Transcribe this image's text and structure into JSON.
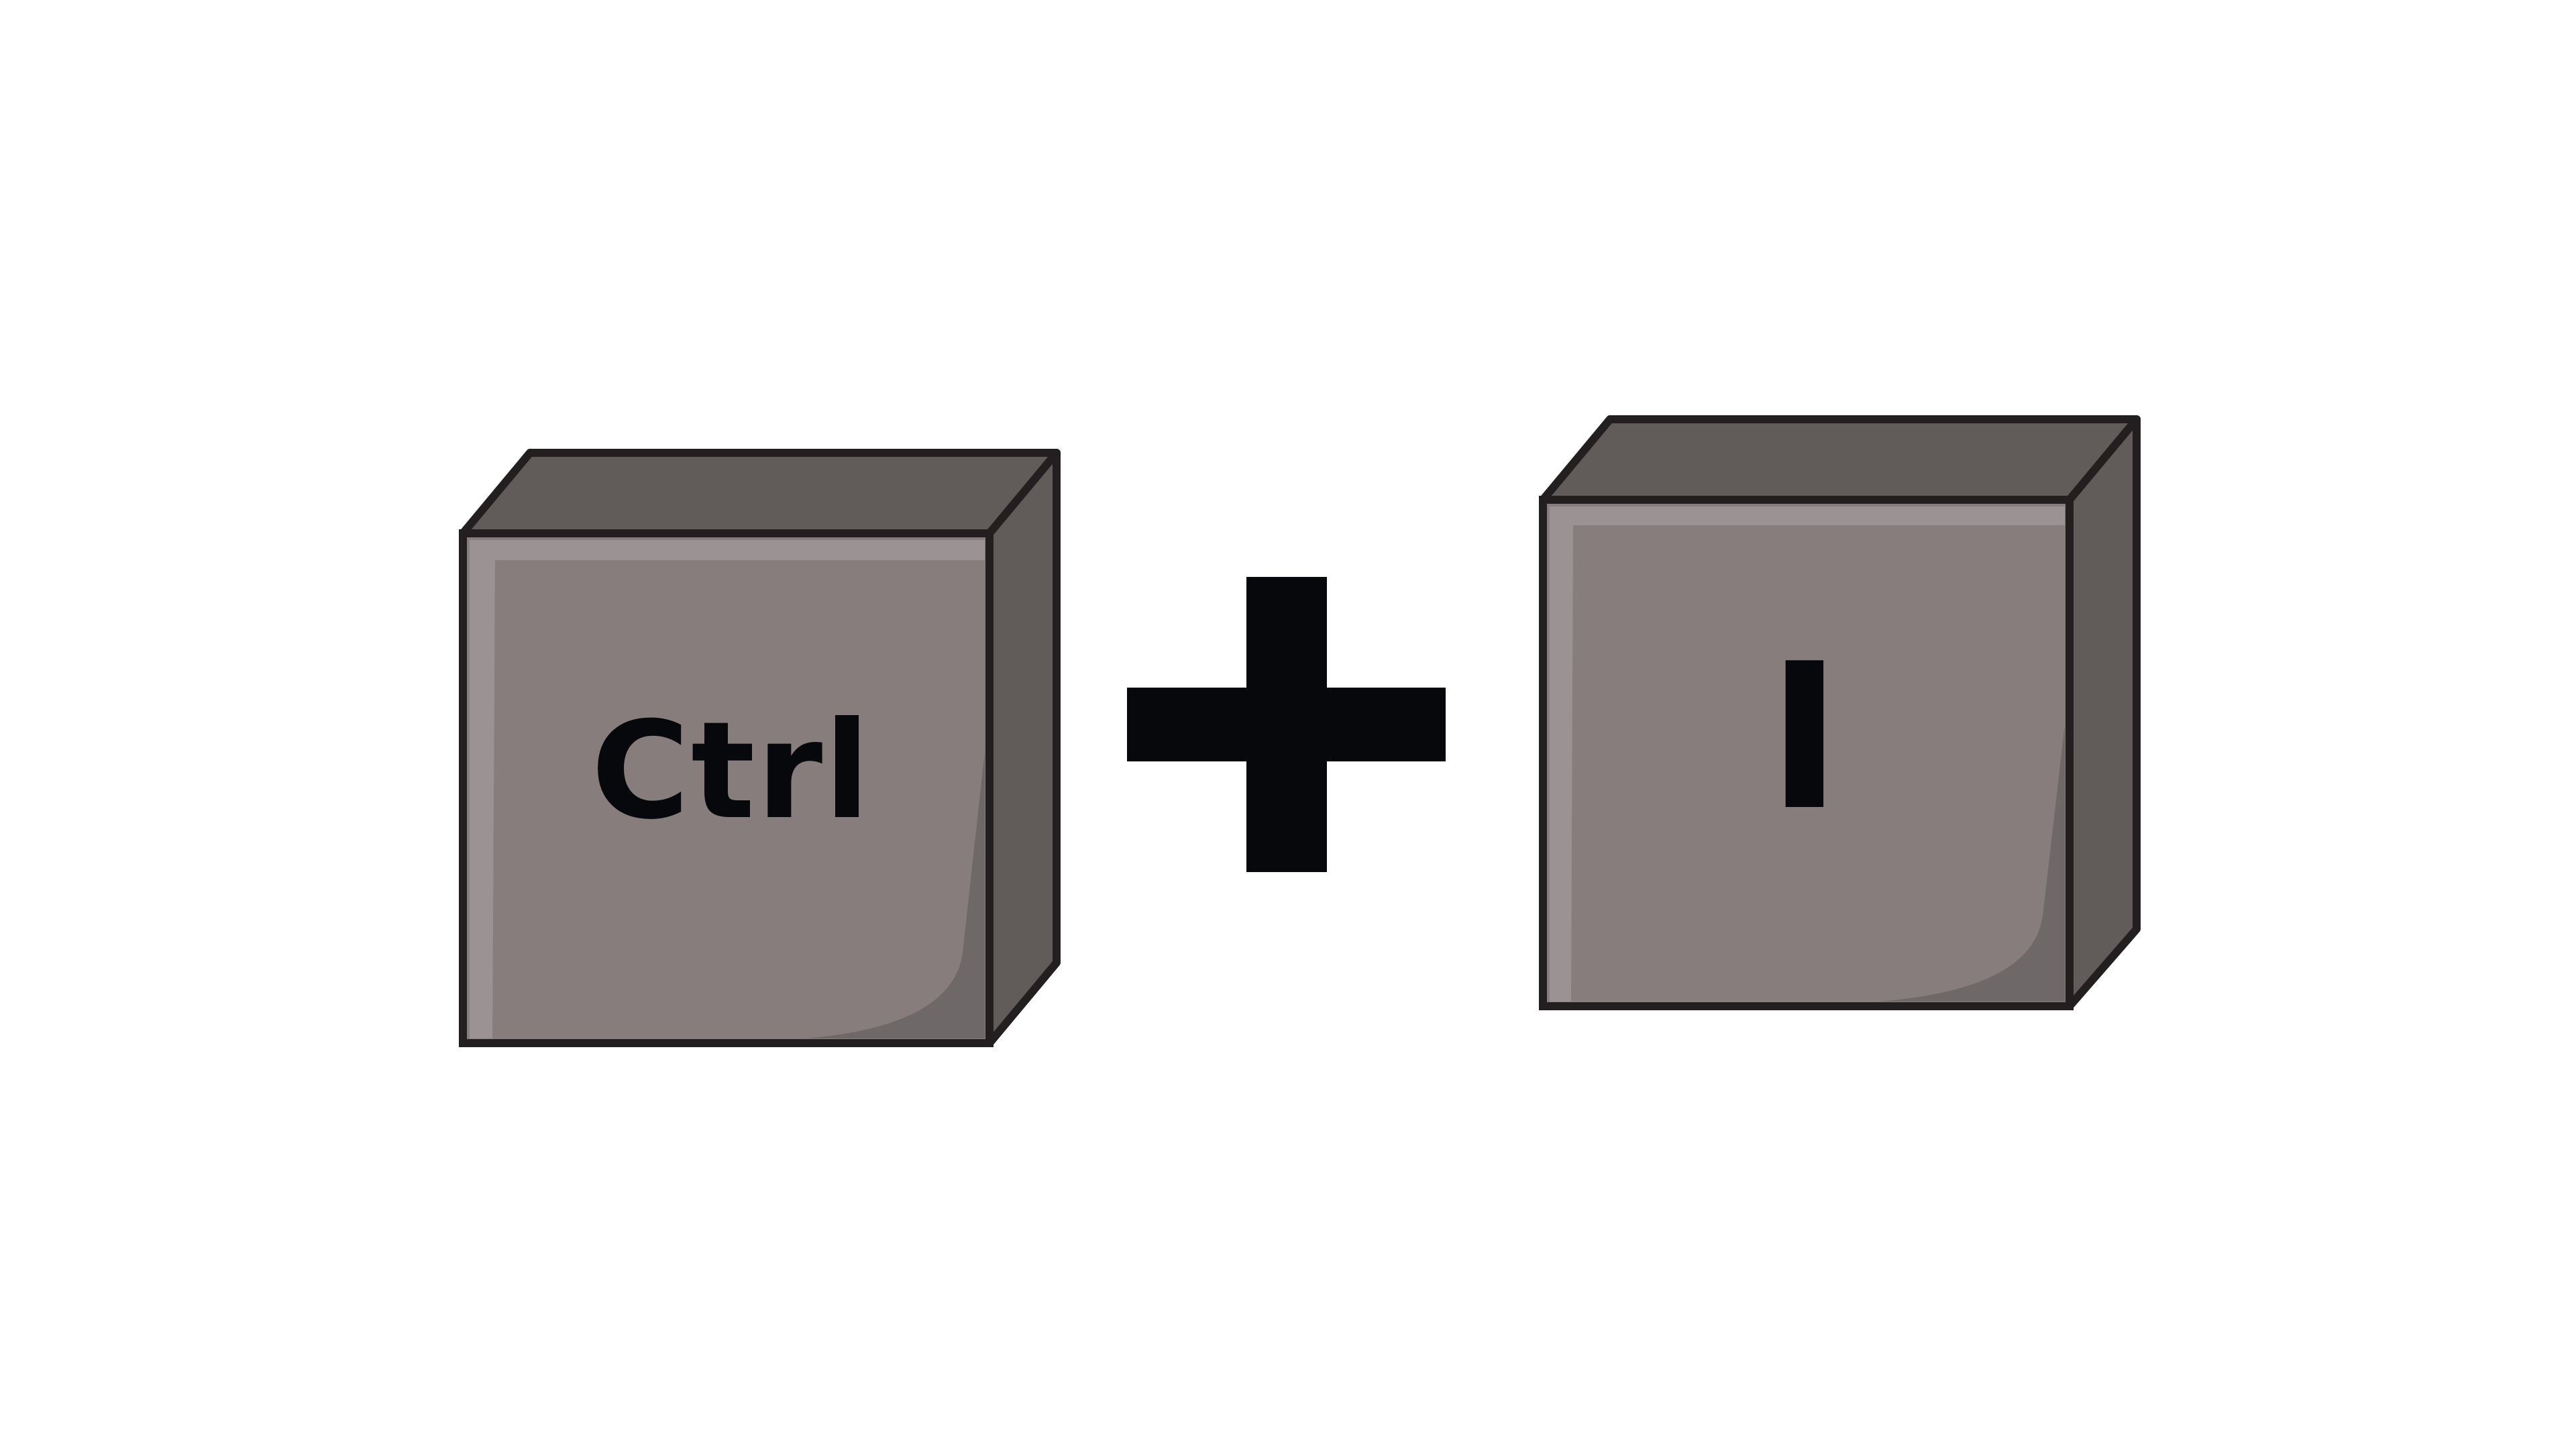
{
  "keys": [
    {
      "label": "Ctrl"
    },
    {
      "label": "I"
    }
  ],
  "operator": "plus",
  "colors": {
    "background": "#ffffff",
    "key_face": "#877d7d",
    "key_top": "#615b59",
    "key_side": "#615b59",
    "key_highlight": "#9b9393",
    "outline": "#231f20",
    "glyph": "#06080b"
  },
  "icons": [
    "plus-icon"
  ]
}
